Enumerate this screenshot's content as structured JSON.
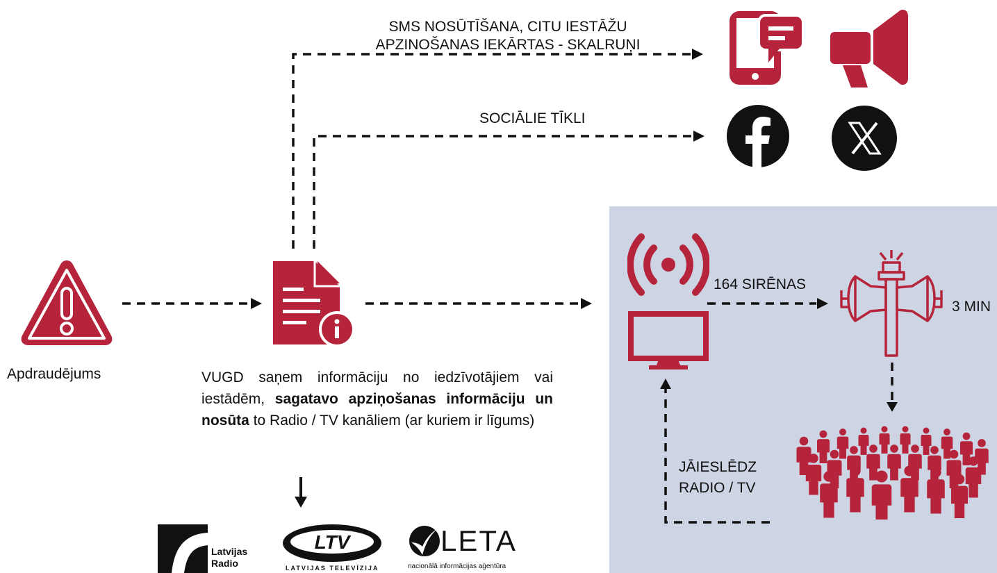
{
  "labels": {
    "threat": "Apdraudējums",
    "sms_line1": "SMS NOSŪTĪŠANA, CITU IESTĀŽU",
    "sms_line2": "APZINOŠANAS IEKĀRTAS - SKALRUŅI",
    "social": "SOCIĀLIE TĪKLI",
    "sirens": "164 SIRĒNAS",
    "duration": "3 MIN",
    "turn_on_line1": "JĀIESLĒDZ",
    "turn_on_line2": "RADIO / TV"
  },
  "vugd": {
    "part1": "VUGD saņem informāciju no iedzīvotājiem vai iestādēm, ",
    "bold": "sagatavo apziņošanas informāciju un nosūta",
    "part2": " to Radio / TV kanāliem (ar kuriem ir līgums)"
  },
  "logos": {
    "radio_line1": "Latvijas",
    "radio_line2": "Radio",
    "ltv": "LTV",
    "ltv_sub": "LATVIJAS TELEVĪZIJA",
    "leta": "LETA",
    "leta_sub": "nacionālā informācijas aģentūra"
  },
  "icons": {
    "threat": "warning-triangle-icon",
    "document": "document-info-icon",
    "phone": "phone-message-icon",
    "megaphone": "megaphone-icon",
    "facebook": "facebook-icon",
    "x": "x-icon",
    "broadcast": "broadcast-icon",
    "tv": "tv-icon",
    "siren": "siren-icon",
    "people": "crowd-icon"
  },
  "colors": {
    "accent": "#b5243a",
    "panel": "#cdd4e3",
    "ink": "#111111"
  }
}
